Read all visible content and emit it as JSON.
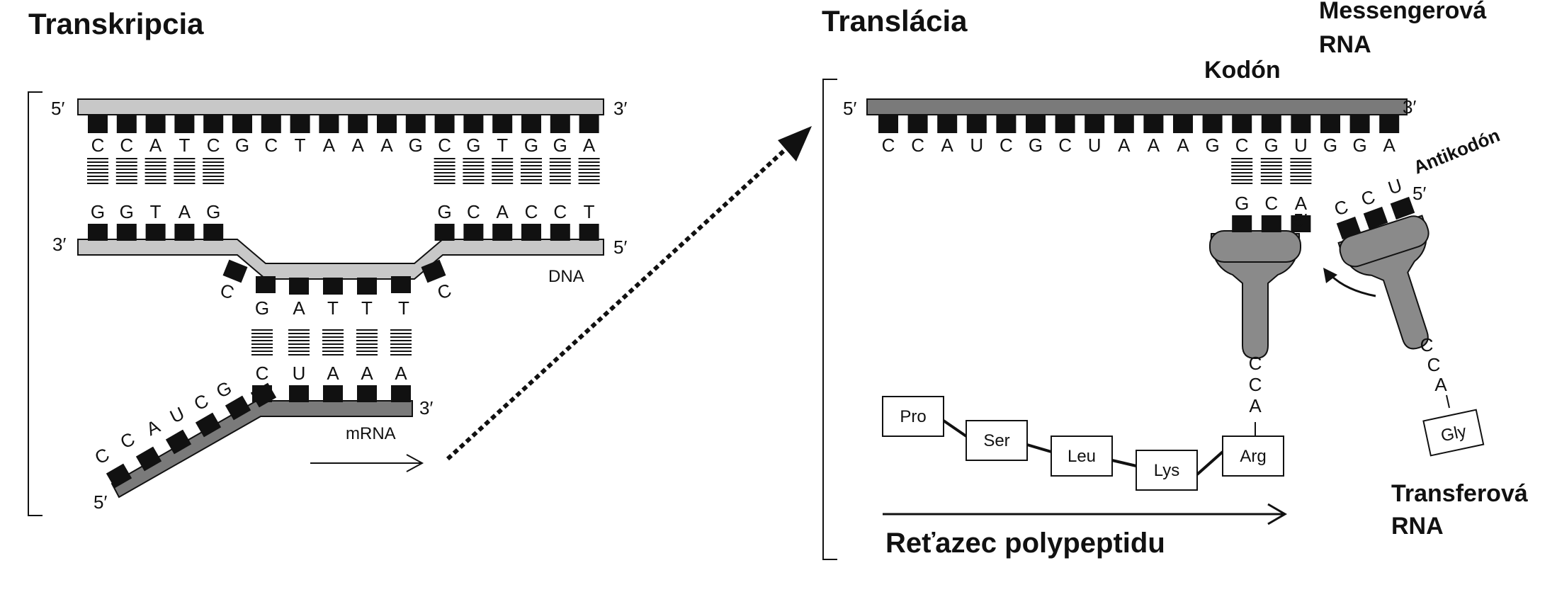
{
  "colors": {
    "ink": "#111111",
    "strand_light": "#c8c8c8",
    "strand_dark": "#7a7a7a",
    "trna_fill": "#8a8a8a",
    "background": "#ffffff"
  },
  "transcription": {
    "heading": "Transkripcia",
    "dna_label": "DNA",
    "mrna_label": "mRNA",
    "top_strand": {
      "five_prime": "5′",
      "three_prime": "3′",
      "bases": [
        "C",
        "C",
        "A",
        "T",
        "C",
        "G",
        "C",
        "T",
        "A",
        "A",
        "A",
        "G",
        "C",
        "G",
        "T",
        "G",
        "G",
        "A"
      ]
    },
    "bottom_strand": {
      "three_prime": "3′",
      "five_prime": "5′",
      "left_bases": [
        "G",
        "G",
        "T",
        "A",
        "G"
      ],
      "right_bases": [
        "G",
        "C",
        "A",
        "C",
        "C",
        "T"
      ],
      "bubble_bases": [
        "C",
        "G",
        "A",
        "T",
        "T",
        "T",
        "C"
      ]
    },
    "mrna": {
      "three_prime": "3′",
      "five_prime": "5′",
      "paired_bases": [
        "C",
        "U",
        "A",
        "A",
        "A"
      ],
      "diagonal_bases": [
        "C",
        "C",
        "A",
        "U",
        "C",
        "G"
      ]
    }
  },
  "translation": {
    "heading": "Translácia",
    "messenger_rna_label": [
      "Messengerová",
      "RNA"
    ],
    "codon_label": "Kodón",
    "anticodon_label": "Antikodón",
    "transfer_rna_label": [
      "Transferová",
      "RNA"
    ],
    "chain_label": "Reťazec polypeptidu",
    "mrna_strand": {
      "five_prime": "5′",
      "three_prime": "3′",
      "bases": [
        "C",
        "C",
        "A",
        "U",
        "C",
        "G",
        "C",
        "U",
        "A",
        "A",
        "A",
        "G",
        "C",
        "G",
        "U",
        "G",
        "G",
        "A"
      ]
    },
    "bound_trna": {
      "anticodon_bases": [
        "G",
        "C",
        "A"
      ],
      "five_prime": "5′",
      "tail": [
        "C",
        "C",
        "A"
      ]
    },
    "incoming_trna": {
      "anticodon_bases": [
        "C",
        "C",
        "U"
      ],
      "five_prime": "5′",
      "tail": [
        "C",
        "C",
        "A"
      ],
      "amino_acid": "Gly"
    },
    "polypeptide": [
      "Pro",
      "Ser",
      "Leu",
      "Lys",
      "Arg"
    ]
  }
}
